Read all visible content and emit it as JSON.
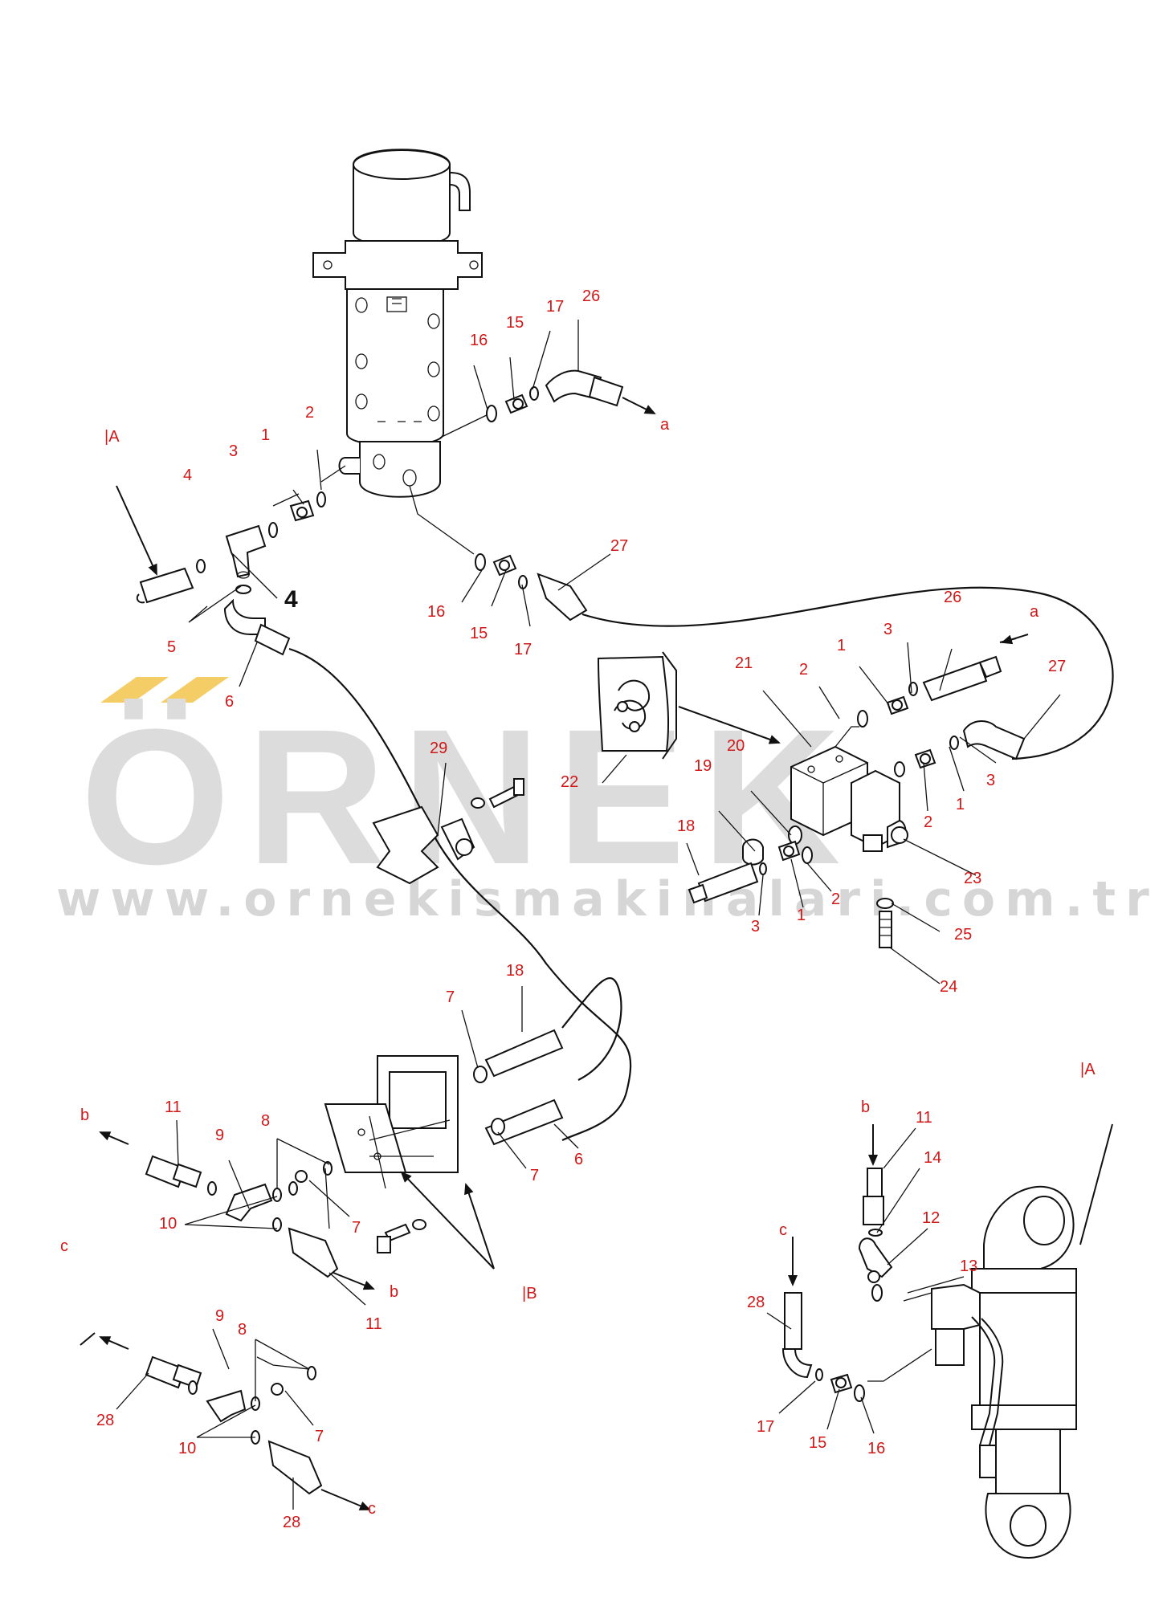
{
  "watermark": {
    "brand": "ÖRNEK",
    "url": "www.ornekismakinalari.com.tr",
    "brand_color": "#dcdcdc",
    "accent_color": "#f5cd66"
  },
  "colors": {
    "callout": "#d01818",
    "line": "#111111"
  },
  "view_refs": {
    "view_a_top": "|A",
    "view_a_bottom": "|A",
    "view_b": "|B"
  },
  "bold_label": "4",
  "callouts": [
    {
      "id": "c-4",
      "text": "4"
    },
    {
      "id": "c-3a",
      "text": "3"
    },
    {
      "id": "c-1a",
      "text": "1"
    },
    {
      "id": "c-2a",
      "text": "2"
    },
    {
      "id": "c-16a",
      "text": "16"
    },
    {
      "id": "c-15a",
      "text": "15"
    },
    {
      "id": "c-17a",
      "text": "17"
    },
    {
      "id": "c-26a",
      "text": "26"
    },
    {
      "id": "c-5",
      "text": "5"
    },
    {
      "id": "c-6a",
      "text": "6"
    },
    {
      "id": "c-16b",
      "text": "16"
    },
    {
      "id": "c-15b",
      "text": "15"
    },
    {
      "id": "c-17b",
      "text": "17"
    },
    {
      "id": "c-27a",
      "text": "27"
    },
    {
      "id": "c-26b",
      "text": "26"
    },
    {
      "id": "c-3b",
      "text": "3"
    },
    {
      "id": "c-1b",
      "text": "1"
    },
    {
      "id": "c-2b",
      "text": "2"
    },
    {
      "id": "c-21",
      "text": "21"
    },
    {
      "id": "c-27b",
      "text": "27"
    },
    {
      "id": "c-20",
      "text": "20"
    },
    {
      "id": "c-19",
      "text": "19"
    },
    {
      "id": "c-2c",
      "text": "2"
    },
    {
      "id": "c-1c",
      "text": "1"
    },
    {
      "id": "c-3c",
      "text": "3"
    },
    {
      "id": "c-22",
      "text": "22"
    },
    {
      "id": "c-29",
      "text": "29"
    },
    {
      "id": "c-18a",
      "text": "18"
    },
    {
      "id": "c-23",
      "text": "23"
    },
    {
      "id": "c-2d",
      "text": "2"
    },
    {
      "id": "c-1d",
      "text": "1"
    },
    {
      "id": "c-3d",
      "text": "3"
    },
    {
      "id": "c-25",
      "text": "25"
    },
    {
      "id": "c-24",
      "text": "24"
    },
    {
      "id": "c-18b",
      "text": "18"
    },
    {
      "id": "c-7a",
      "text": "7"
    },
    {
      "id": "c-6b",
      "text": "6"
    },
    {
      "id": "c-7b",
      "text": "7"
    },
    {
      "id": "c-11a",
      "text": "11"
    },
    {
      "id": "c-9a",
      "text": "9"
    },
    {
      "id": "c-8a",
      "text": "8"
    },
    {
      "id": "c-10a",
      "text": "10"
    },
    {
      "id": "c-7c",
      "text": "7"
    },
    {
      "id": "c-11b",
      "text": "11"
    },
    {
      "id": "c-9b",
      "text": "9"
    },
    {
      "id": "c-8b",
      "text": "8"
    },
    {
      "id": "c-28a",
      "text": "28"
    },
    {
      "id": "c-7d",
      "text": "7"
    },
    {
      "id": "c-10b",
      "text": "10"
    },
    {
      "id": "c-28b",
      "text": "28"
    },
    {
      "id": "c-11c",
      "text": "11"
    },
    {
      "id": "c-14",
      "text": "14"
    },
    {
      "id": "c-12",
      "text": "12"
    },
    {
      "id": "c-13",
      "text": "13"
    },
    {
      "id": "c-28c",
      "text": "28"
    },
    {
      "id": "c-17c",
      "text": "17"
    },
    {
      "id": "c-15c",
      "text": "15"
    },
    {
      "id": "c-16c",
      "text": "16"
    }
  ],
  "flow_letters": [
    {
      "id": "l-a1",
      "text": "a"
    },
    {
      "id": "l-a2",
      "text": "a"
    },
    {
      "id": "l-b1",
      "text": "b"
    },
    {
      "id": "l-b2",
      "text": "b"
    },
    {
      "id": "l-b3",
      "text": "b"
    },
    {
      "id": "l-c1",
      "text": "c"
    },
    {
      "id": "l-c2",
      "text": "c"
    },
    {
      "id": "l-c3",
      "text": "c"
    }
  ]
}
